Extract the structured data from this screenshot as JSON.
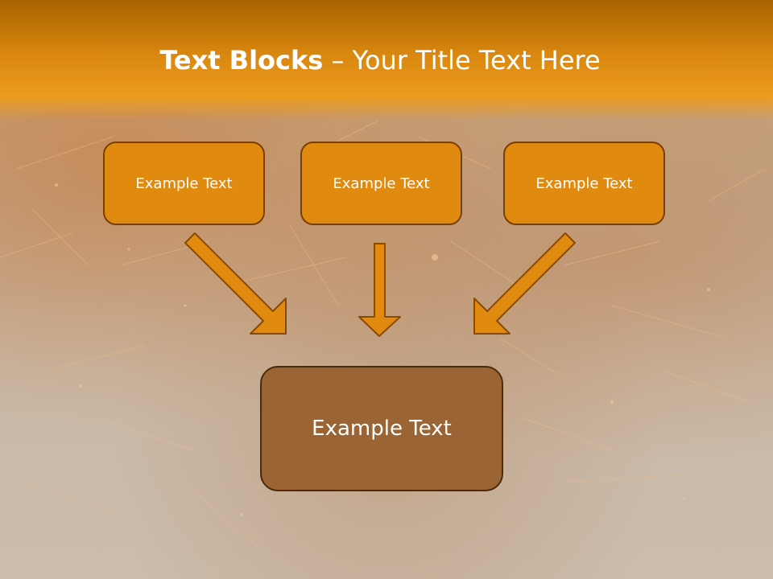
{
  "title": {
    "bold": "Text Blocks",
    "rest": " – Your Title Text Here"
  },
  "blocks": [
    {
      "label": "Example Text"
    },
    {
      "label": "Example Text"
    },
    {
      "label": "Example Text"
    }
  ],
  "center_block": {
    "label": "Example Text"
  },
  "colors": {
    "header": "#e08a10",
    "block_fill": "#e08a10",
    "block_border": "#7a3f00",
    "center_fill": "#9a6434",
    "arrow_fill": "#e08a10",
    "arrow_border": "#8a4a00"
  }
}
